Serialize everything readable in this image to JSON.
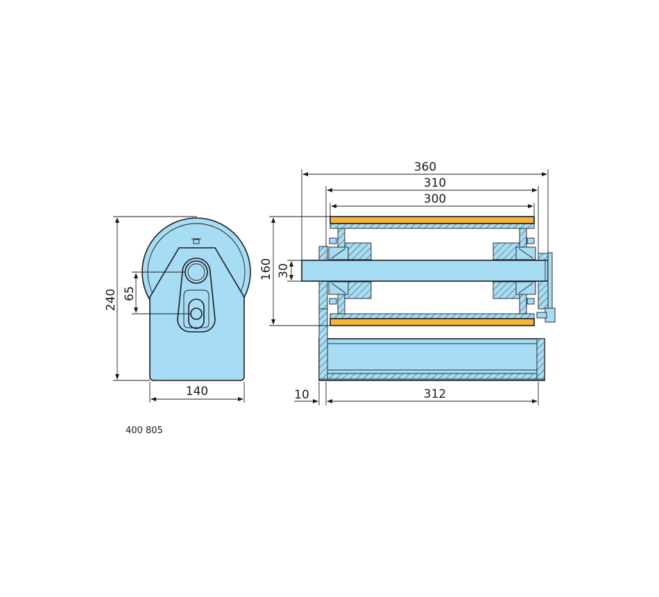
{
  "colors": {
    "steel": "#a7dcf5",
    "tread": "#f4b43c",
    "line": "#1a1a1a",
    "background": "#ffffff"
  },
  "side_view": {
    "dim_height": "240",
    "dim_axle_offset": "65",
    "dim_width": "140"
  },
  "section_view": {
    "dim_overall_length": "360",
    "dim_bracket_length": "310",
    "dim_wheel_width": "300",
    "dim_wheel_diameter": "160",
    "dim_axle_diameter": "30",
    "dim_plate_thickness": "10",
    "dim_base_length": "312"
  },
  "article_number": "400 805"
}
